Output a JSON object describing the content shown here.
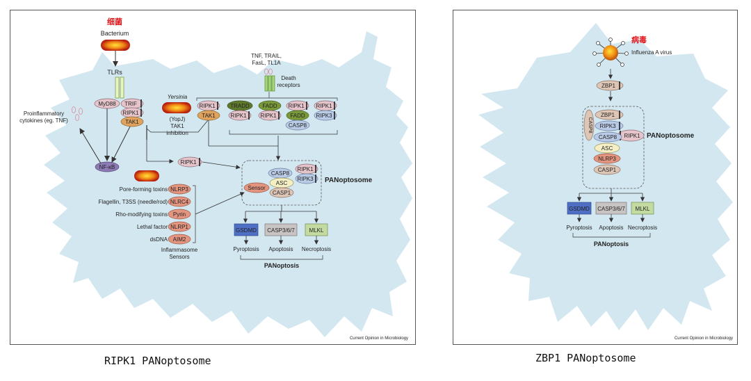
{
  "left": {
    "chinese_label": "细菌",
    "bacterium": "Bacterium",
    "tlrs": "TLRs",
    "myd88": "MyD88",
    "trif": "TRIF",
    "ripk1": "RIPK1",
    "tak1": "TAK1",
    "nfkb": "NF-κB",
    "cytokines_line1": "Proinflammatory",
    "cytokines_line2": "cytokines (eg. TNF)",
    "yersinia": "Yersinia",
    "yopj_line1": "(YopJ)",
    "yopj_line2": "TAK1",
    "yopj_line3": "inhibition",
    "tnf_line1": "TNF, TRAIL,",
    "tnf_line2": "FasL, TL1A",
    "death_line1": "Death",
    "death_line2": "receptors",
    "complex": {
      "ripk1": "RIPK1",
      "tak1": "TAK1",
      "tradd": "TRADD",
      "fadd": "FADD",
      "ripk3": "RIPK3",
      "casp8": "CASP8"
    },
    "panoptosome": "PANoptosome",
    "casp8": "CASP8",
    "ripk3": "RIPK3",
    "asc": "ASC",
    "casp1": "CASP1",
    "sensor": "Sensor",
    "sensors": [
      {
        "trigger": "Pore-forming toxins",
        "name": "NLRP3"
      },
      {
        "trigger": "Flagellin, T3SS (needle/rod)",
        "name": "NLRC4"
      },
      {
        "trigger": "Rho-modifying toxins",
        "name": "Pyrin"
      },
      {
        "trigger": "Lethal factor",
        "name": "NLRP1"
      },
      {
        "trigger": "dsDNA",
        "name": "AIM2"
      }
    ],
    "inflammasome_line1": "Inflammasome",
    "inflammasome_line2": "Sensors",
    "effectors": [
      "GSDMD",
      "CASP3/6/7",
      "MLKL"
    ],
    "outcomes": [
      "Pyroptosis",
      "Apoptosis",
      "Necroptosis"
    ],
    "panoptosis": "PANoptosis",
    "credit": "Current Opinion in Microbiology"
  },
  "right": {
    "chinese_label": "病毒",
    "virus": "Influenza A virus",
    "zbp1": "ZBP1",
    "casp8": "CASP8",
    "ripk3": "RIPK3",
    "ripk1": "RIPK1",
    "casp8b": "CASP8",
    "asc": "ASC",
    "nlrp3": "NLRP3",
    "casp1": "CASP1",
    "panoptosome": "PANoptosome",
    "effectors": [
      "GSDMD",
      "CASP3/6/7",
      "MLKL"
    ],
    "outcomes": [
      "Pyroptosis",
      "Apoptosis",
      "Necroptosis"
    ],
    "panoptosis": "PANoptosis",
    "credit": "Current Opinion in Microbiology"
  },
  "captions": {
    "left": "RIPK1 PANoptosome",
    "right": "ZBP1 PANoptosome"
  },
  "colors": {
    "cell": "#d3e7f0",
    "ripk": "#e6c4cc",
    "tak1": "#e0a35e",
    "tradd": "#5f7a2c",
    "fadd": "#7a9a3a",
    "casp8": "#b9cbe6",
    "asc": "#f4efc4",
    "casp1": "#ddc6b5",
    "sensor": "#e49580",
    "nfkb": "#8d7bb4",
    "gsdmd": "#4f6fc4",
    "casp3": "#c9c4c4",
    "mlkl": "#c3dba0"
  }
}
